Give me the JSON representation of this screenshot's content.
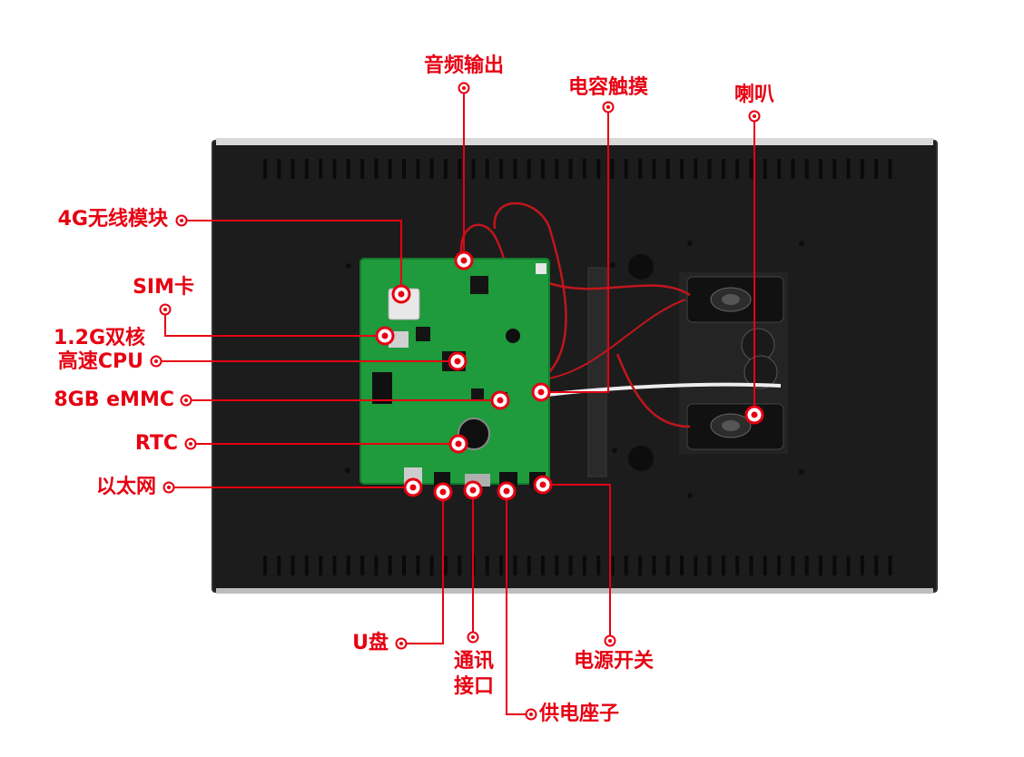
{
  "colors": {
    "accent": "#e60012",
    "panel": "#1c1c1c",
    "board": "#1f9a3c"
  },
  "labels": {
    "audio_out": "音频输出",
    "cap_touch": "电容触摸",
    "speaker": "喇叭",
    "module_4g": "4G无线模块",
    "sim": "SIM卡",
    "cpu_line1": "1.2G双核",
    "cpu_line2": "高速CPU",
    "emmc": "8GB eMMC",
    "rtc": "RTC",
    "ethernet": "以太网",
    "usb": "U盘",
    "comm_line1": "通讯",
    "comm_line2": "接口",
    "power_socket": "供电座子",
    "power_switch": "电源开关"
  }
}
